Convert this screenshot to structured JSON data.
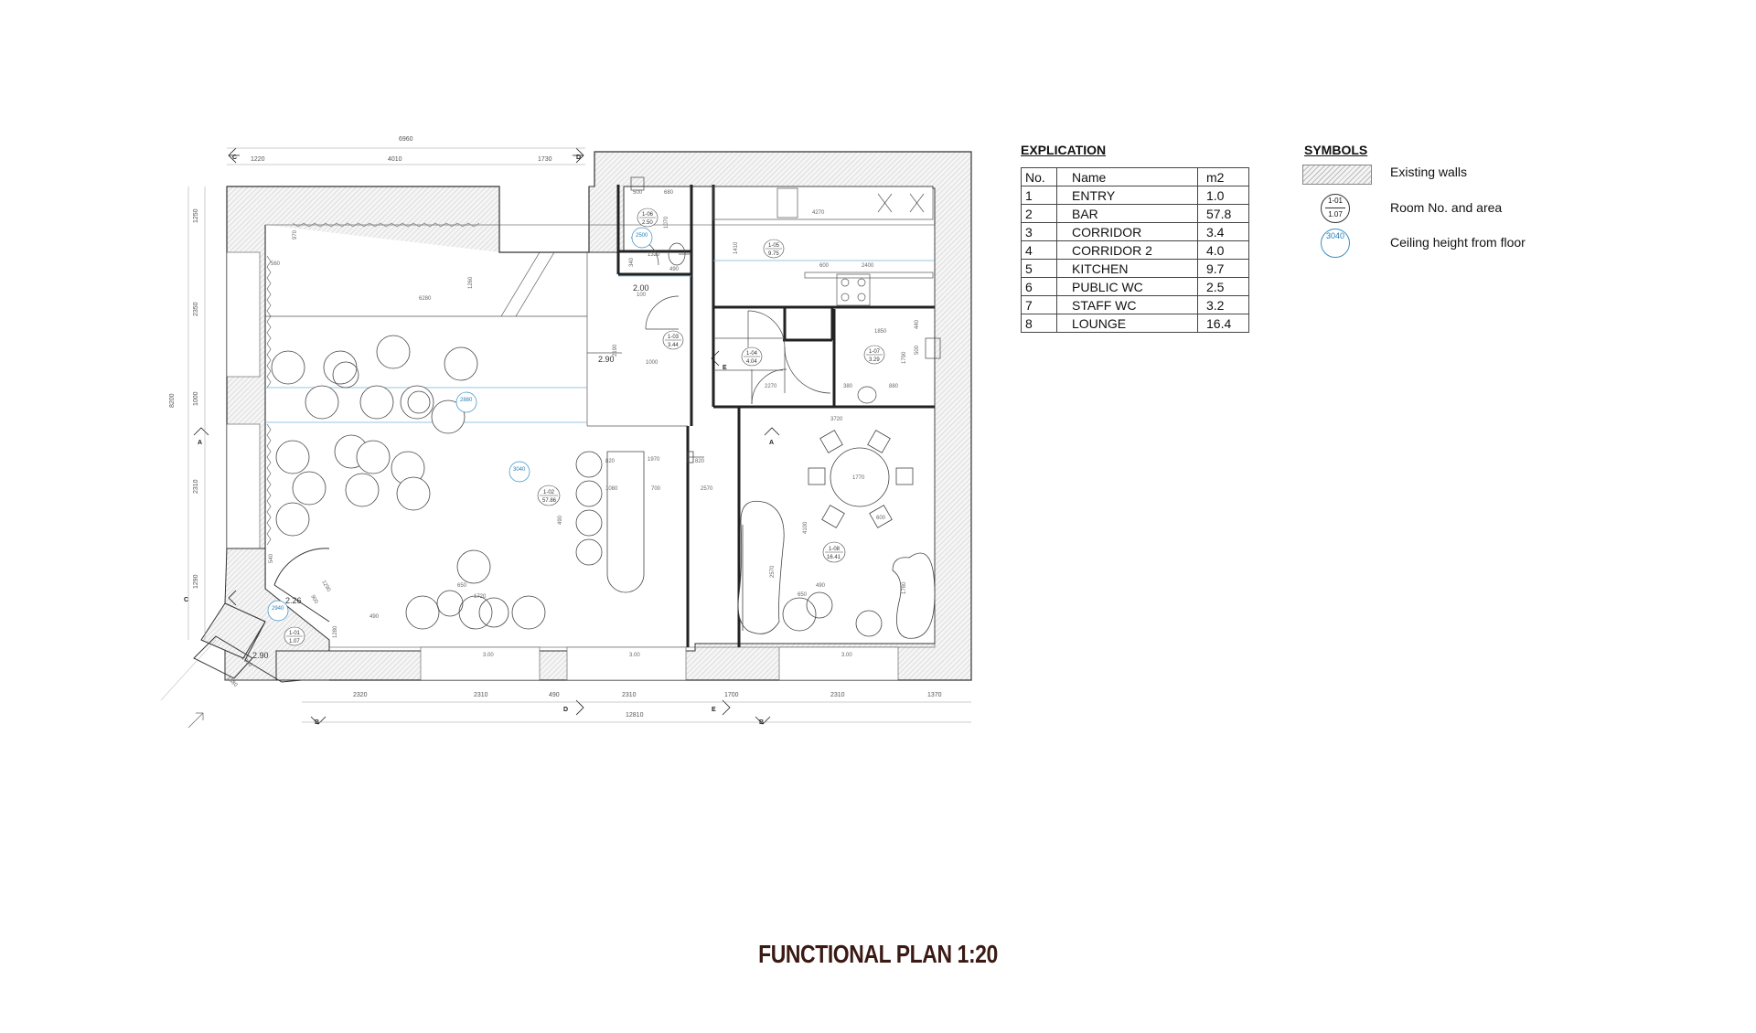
{
  "explication": {
    "title": "EXPLICATION",
    "headers": [
      "No.",
      "Name",
      "m2"
    ],
    "rows": [
      [
        "1",
        "ENTRY",
        "1.0"
      ],
      [
        "2",
        "BAR",
        "57.8"
      ],
      [
        "3",
        "CORRIDOR",
        "3.4"
      ],
      [
        "4",
        "CORRIDOR 2",
        "4.0"
      ],
      [
        "5",
        "KITCHEN",
        "9.7"
      ],
      [
        "6",
        "PUBLIC WC",
        "2.5"
      ],
      [
        "7",
        "STAFF WC",
        "3.2"
      ],
      [
        "8",
        "LOUNGE",
        "16.4"
      ]
    ]
  },
  "symbols": {
    "title": "SYMBOLS",
    "walls_label": "Existing walls",
    "room_label": "Room No. and area",
    "room_sample_no": "1-01",
    "room_sample_area": "1.07",
    "ceiling_label": "Ceiling height from floor",
    "ceiling_sample": "3040"
  },
  "plan_title": "FUNCTIONAL PLAN 1:20",
  "plan": {
    "dims_top": [
      "6960",
      "1220",
      "4010",
      "1730"
    ],
    "dims_bottom": [
      "2320",
      "2310",
      "490",
      "2310",
      "1700",
      "2310",
      "1370",
      "12810"
    ],
    "dims_left": [
      "1250",
      "2350",
      "1000",
      "2310",
      "1290",
      "8200"
    ],
    "dims_misc": [
      "560",
      "970",
      "6280",
      "1260",
      "500",
      "680",
      "1070",
      "1320",
      "1410",
      "490",
      "340",
      "100",
      "2190",
      "1000",
      "4270",
      "600",
      "2400",
      "1850",
      "440",
      "500",
      "1790",
      "380",
      "880",
      "2270",
      "3720",
      "1770",
      "600",
      "4100",
      "2570",
      "650",
      "490",
      "1780",
      "820",
      "1970",
      "820",
      "1080",
      "700",
      "2570",
      "490",
      "650",
      "1720",
      "490",
      "540",
      "1280",
      "1290",
      "900",
      "1330",
      "1880"
    ],
    "section_markers": [
      "C",
      "C",
      "D",
      "D",
      "A",
      "A",
      "E",
      "E",
      "B",
      "B"
    ],
    "room_tags": [
      {
        "no": "1-01",
        "area": "1.07"
      },
      {
        "no": "1-02",
        "area": "57.86"
      },
      {
        "no": "1-03",
        "area": "3.44"
      },
      {
        "no": "1-04",
        "area": "4.04"
      },
      {
        "no": "1-05",
        "area": "9.75"
      },
      {
        "no": "1-06",
        "area": "2.50"
      },
      {
        "no": "1-07",
        "area": "3.29"
      },
      {
        "no": "1-08",
        "area": "16.41"
      }
    ],
    "ceiling_tags": [
      "2880",
      "3040",
      "2940",
      "2500"
    ],
    "floor_levels": [
      "2.26",
      "2.90",
      "2.00",
      "2.90"
    ],
    "window_tags": [
      "3.00",
      "3.00",
      "3.00"
    ]
  }
}
